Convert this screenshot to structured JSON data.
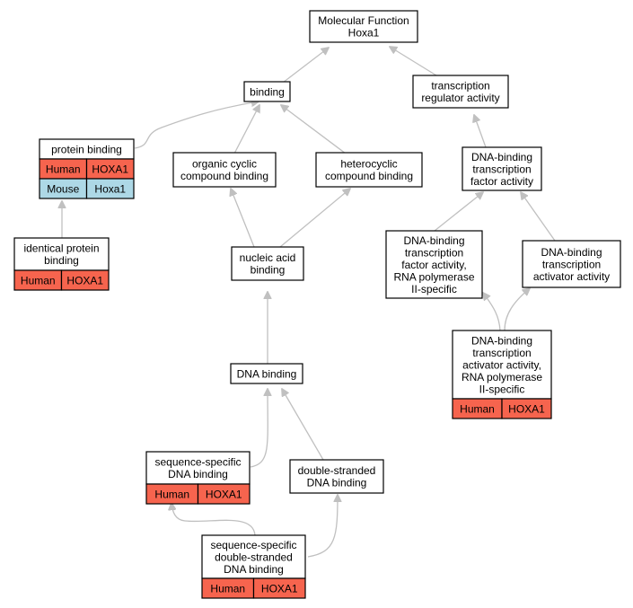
{
  "colors": {
    "human": "#f6644e",
    "mouse": "#add8e6",
    "edge": "#c0c0c0"
  },
  "nodes": {
    "molecular_function": {
      "lines": [
        "Molecular Function",
        "Hoxa1"
      ]
    },
    "binding": {
      "lines": [
        "binding"
      ]
    },
    "transcription_regulator": {
      "lines": [
        "transcription",
        "regulator activity"
      ]
    },
    "protein_binding": {
      "lines": [
        "protein binding"
      ],
      "annotations": [
        {
          "species": "Human",
          "gene": "HOXA1"
        },
        {
          "species": "Mouse",
          "gene": "Hoxa1"
        }
      ]
    },
    "organic_cyclic": {
      "lines": [
        "organic cyclic",
        "compound binding"
      ]
    },
    "heterocyclic": {
      "lines": [
        "heterocyclic",
        "compound binding"
      ]
    },
    "dna_binding_tf": {
      "lines": [
        "DNA-binding",
        "transcription",
        "factor activity"
      ]
    },
    "identical_protein": {
      "lines": [
        "identical protein",
        "binding"
      ],
      "annotations": [
        {
          "species": "Human",
          "gene": "HOXA1"
        }
      ]
    },
    "nucleic_acid": {
      "lines": [
        "nucleic acid",
        "binding"
      ]
    },
    "dna_binding_tf_rnap2": {
      "lines": [
        "DNA-binding",
        "transcription",
        "factor activity,",
        "RNA polymerase",
        "II-specific"
      ]
    },
    "dna_binding_tf_activator": {
      "lines": [
        "DNA-binding",
        "transcription",
        "activator activity"
      ]
    },
    "dna_binding_tf_activator_rnap2": {
      "lines": [
        "DNA-binding",
        "transcription",
        "activator activity,",
        "RNA polymerase",
        "II-specific"
      ],
      "annotations": [
        {
          "species": "Human",
          "gene": "HOXA1"
        }
      ]
    },
    "dna_binding": {
      "lines": [
        "DNA binding"
      ]
    },
    "seq_specific": {
      "lines": [
        "sequence-specific",
        "DNA binding"
      ],
      "annotations": [
        {
          "species": "Human",
          "gene": "HOXA1"
        }
      ]
    },
    "double_stranded": {
      "lines": [
        "double-stranded",
        "DNA binding"
      ]
    },
    "seq_specific_ds": {
      "lines": [
        "sequence-specific",
        "double-stranded",
        "DNA binding"
      ],
      "annotations": [
        {
          "species": "Human",
          "gene": "HOXA1"
        }
      ]
    }
  }
}
